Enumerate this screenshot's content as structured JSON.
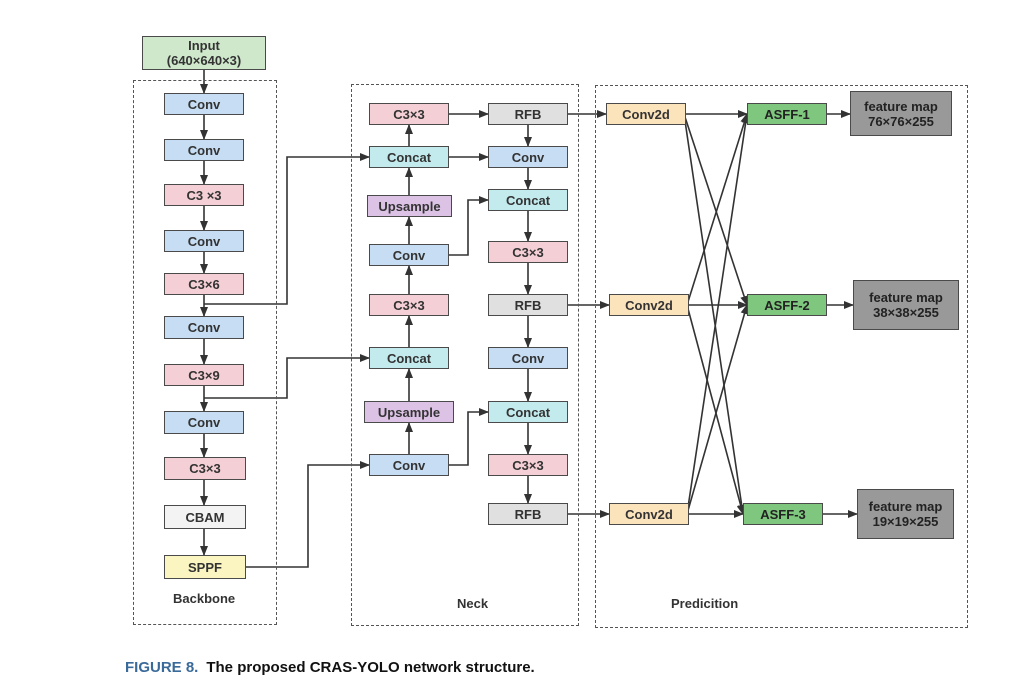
{
  "caption": {
    "figure_label": "FIGURE 8.",
    "text": "The proposed CRAS-YOLO network structure."
  },
  "groups": {
    "backbone": "Backbone",
    "neck": "Neck",
    "prediction": "Predicition"
  },
  "input": {
    "line1": "Input",
    "line2": "(640×640×3)"
  },
  "backbone": [
    "Conv",
    "Conv",
    "C3 ×3",
    "Conv",
    "C3×6",
    "Conv",
    "C3×9",
    "Conv",
    "C3×3",
    "CBAM",
    "SPPF"
  ],
  "neck_left": [
    "C3×3",
    "Concat",
    "Upsample",
    "Conv",
    "C3×3",
    "Concat",
    "Upsample",
    "Conv"
  ],
  "neck_right": [
    "RFB",
    "Conv",
    "Concat",
    "C3×3",
    "RFB",
    "Conv",
    "Concat",
    "C3×3",
    "RFB"
  ],
  "prediction": {
    "conv2d": [
      "Conv2d",
      "Conv2d",
      "Conv2d"
    ],
    "asff": [
      "ASFF-1",
      "ASFF-2",
      "ASFF-3"
    ],
    "feature_maps": [
      {
        "line1": "feature map",
        "line2": "76×76×255"
      },
      {
        "line1": "feature map",
        "line2": "38×38×255"
      },
      {
        "line1": "feature map",
        "line2": "19×19×255"
      }
    ]
  }
}
